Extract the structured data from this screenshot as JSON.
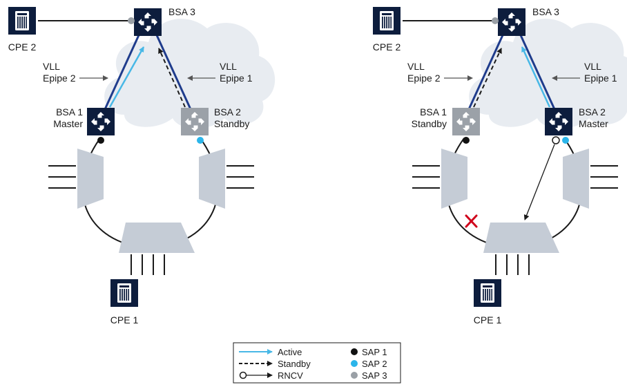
{
  "colors": {
    "navy": "#0d1d3d",
    "blue_line": "#1f3c8c",
    "active": "#48b8e6",
    "standby": "#1a1a1a",
    "switch_fill": "#c5ccd6",
    "standby_node": "#9ba1a8",
    "cloud": "#e8ecf1",
    "sap1": "#111111",
    "sap2": "#2bb5ea",
    "sap3": "#9aa0a6",
    "fault": "#d0021b"
  },
  "icons": {
    "router": "router-diamond-icon",
    "cpe": "cpe-server-icon",
    "switch": "switch-trapezoid-icon",
    "fault": "fault-x-icon"
  },
  "left": {
    "bsa3": "BSA 3",
    "cpe2": "CPE 2",
    "cpe1": "CPE 1",
    "bsa1_name": "BSA 1",
    "bsa1_role": "Master",
    "bsa2_name": "BSA 2",
    "bsa2_role": "Standby",
    "vll_left_1": "VLL",
    "vll_left_2": "Epipe 2",
    "vll_right_1": "VLL",
    "vll_right_2": "Epipe 1"
  },
  "right": {
    "bsa3": "BSA 3",
    "cpe2": "CPE 2",
    "cpe1": "CPE 1",
    "bsa1_name": "BSA 1",
    "bsa1_role": "Standby",
    "bsa2_name": "BSA 2",
    "bsa2_role": "Master",
    "vll_left_1": "VLL",
    "vll_left_2": "Epipe 2",
    "vll_right_1": "VLL",
    "vll_right_2": "Epipe 1"
  },
  "legend": {
    "active": "Active",
    "standby": "Standby",
    "rncv": "RNCV",
    "sap1": "SAP 1",
    "sap2": "SAP 2",
    "sap3": "SAP 3"
  }
}
